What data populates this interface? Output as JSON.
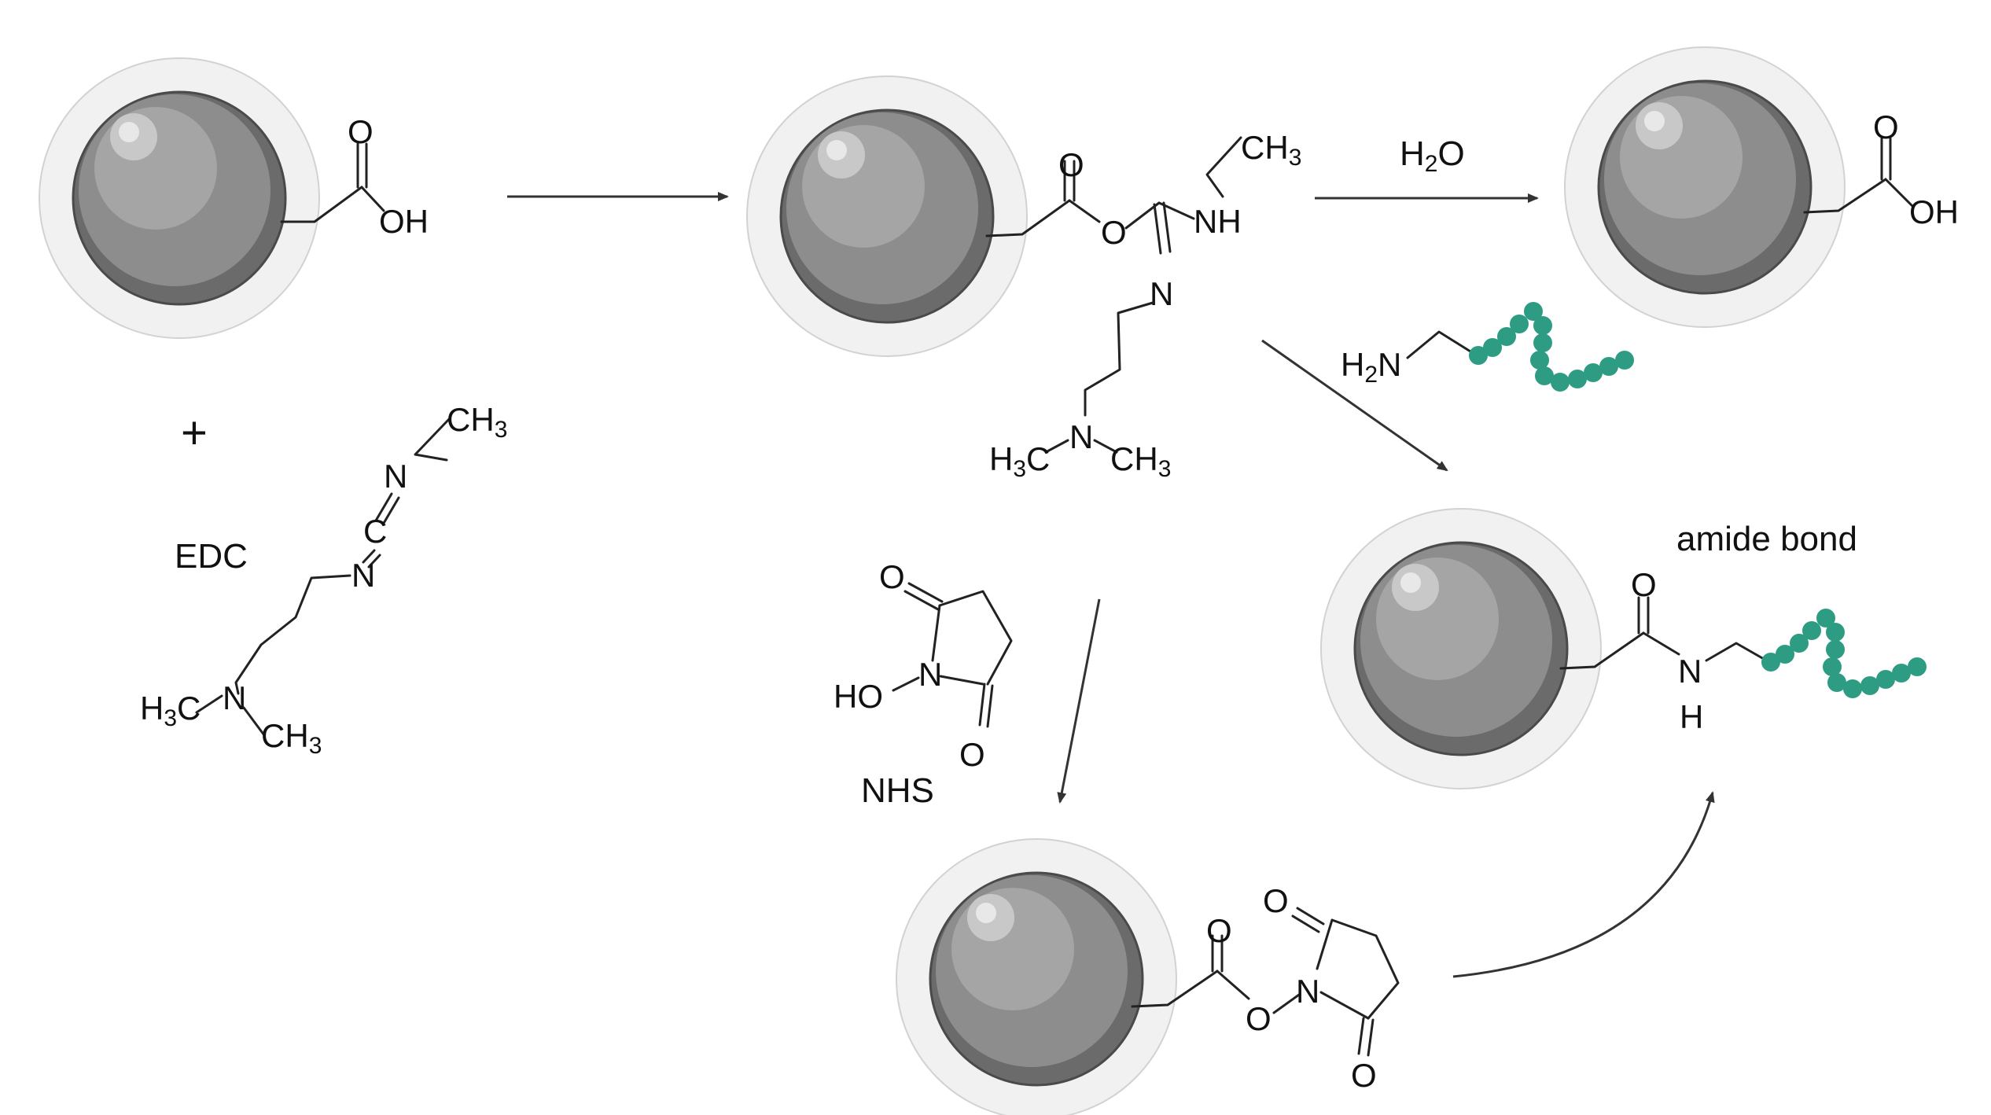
{
  "labels": {
    "edc": "EDC",
    "nhs": "NHS",
    "water": "H2O",
    "amide_bond": "amide bond",
    "plus": "+"
  },
  "atoms": {
    "o": "O",
    "oh": "OH",
    "nh": "NH",
    "n": "N",
    "c": "C",
    "h": "H",
    "ch3": "CH3",
    "h3c": "H3C",
    "h2n": "H2N",
    "ho": "HO"
  },
  "colors": {
    "particle_dark": "#6f6f6f",
    "particle_mid": "#909090",
    "particle_light": "#b3b3b3",
    "halo": "#eeeeee",
    "peptide": "#2e9c83"
  }
}
